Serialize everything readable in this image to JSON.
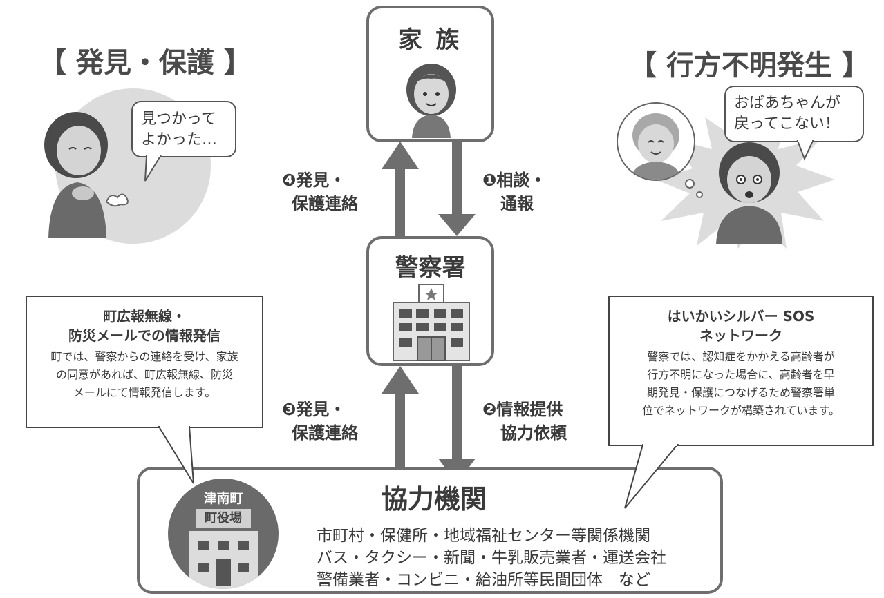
{
  "headings": {
    "discovery": "【 発見・保護 】",
    "missing": "【 行方不明発生 】"
  },
  "family": {
    "title": "家 族"
  },
  "police": {
    "title": "警察署"
  },
  "partners": {
    "title": "協力機関",
    "lines": [
      "市町村・保健所・地域福祉センター等関係機関",
      "バス・タクシー・新聞・牛乳販売業者・運送会社",
      "警備業者・コンビニ・給油所等民間団体　など"
    ]
  },
  "town": {
    "name": "津南町",
    "sign": "町役場"
  },
  "speech": {
    "relief": [
      "見つかって",
      "よかった…"
    ],
    "worry": [
      "おばあちゃんが",
      "戻ってこない！"
    ]
  },
  "steps": {
    "s1": [
      "❶相談・",
      "通報"
    ],
    "s2": [
      "❷情報提供",
      "協力依頼"
    ],
    "s3": [
      "❸発見・",
      "保護連絡"
    ],
    "s4": [
      "❹発見・",
      "保護連絡"
    ]
  },
  "callouts": {
    "broadcast": {
      "title": [
        "町広報無線・",
        "防災メールでの情報発信"
      ],
      "body": [
        "町では、警察からの連絡を受け、家族",
        "の同意があれば、町広報無線、防災",
        "メールにて情報発信します。"
      ]
    },
    "network": {
      "title": [
        "はいかいシルバー SOS",
        "ネットワーク"
      ],
      "body": [
        "警察では、認知症をかかえる高齢者が",
        "行方不明になった場合に、高齢者を早",
        "期発見・保護につなげるため警察署単",
        "位でネットワークが構築されています。"
      ]
    }
  },
  "colors": {
    "border": "#6e6e6e",
    "arrow": "#6e6e6e",
    "text": "#3a3a3a",
    "bubble_bg": "#dcdcdc"
  }
}
